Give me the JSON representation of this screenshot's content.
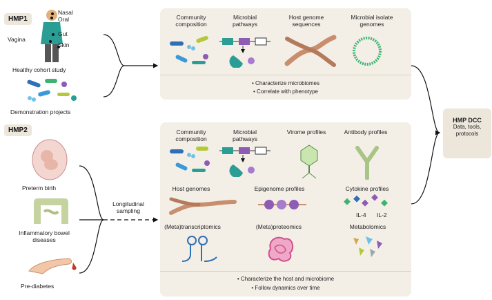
{
  "hmp1": {
    "tag": "HMP1",
    "body_labels": {
      "nasal": "Nasal",
      "oral": "Oral",
      "gut": "Gut",
      "vagina": "Vagina",
      "skin": "Skin"
    },
    "healthy": "Healthy cohort study",
    "demo": "Demonstration projects",
    "columns": [
      "Community composition",
      "Microbial pathways",
      "Host genome sequences",
      "Microbial isolate genomes"
    ],
    "bullets": [
      "• Characterize microbiomes",
      "• Correlate with phenotype"
    ]
  },
  "hmp2": {
    "tag": "HMP2",
    "preterm": "Preterm birth",
    "ibd": "Inflammatory bowel diseases",
    "prediabetes": "Pre-diabetes",
    "sampling": "Longitudinal sampling",
    "row1": [
      "Community composition",
      "Microbial pathways",
      "Virome profiles",
      "Antibody profiles"
    ],
    "row2": [
      "Host genomes",
      "Epigenome profiles",
      "Cytokine profiles"
    ],
    "cytokines": [
      "IL-4",
      "IL-2"
    ],
    "row3": [
      "(Meta)transcriptomics",
      "(Meta)proteomics",
      "Metabolomics"
    ],
    "bullets": [
      "• Characterize the host and microbiome",
      "• Follow dynamics over time"
    ]
  },
  "dcc": {
    "title": "HMP DCC",
    "subtitle": "Data, tools, protocols"
  },
  "colors": {
    "panel": "#f3efe7",
    "tag": "#ece6db",
    "teal": "#2a9d95",
    "purple": "#8e5bb5",
    "green": "#3cb371",
    "blue": "#2f6fb5"
  }
}
